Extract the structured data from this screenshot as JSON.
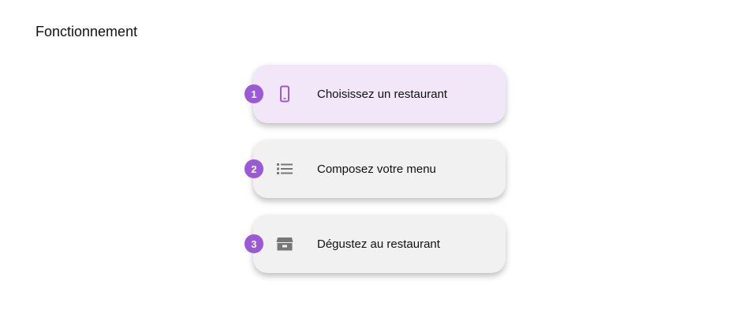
{
  "page": {
    "title": "Fonctionnement"
  },
  "steps": [
    {
      "number": "1",
      "label": "Choisissez un restaurant",
      "icon": "smartphone-icon",
      "active": true
    },
    {
      "number": "2",
      "label": "Composez votre menu",
      "icon": "list-icon",
      "active": false
    },
    {
      "number": "3",
      "label": "Dégustez au restaurant",
      "icon": "store-icon",
      "active": false
    }
  ],
  "colors": {
    "accent": "#9b59d6",
    "active_card": "#f1e7f8",
    "card": "#f1f1f1",
    "icon_muted": "#777777"
  }
}
